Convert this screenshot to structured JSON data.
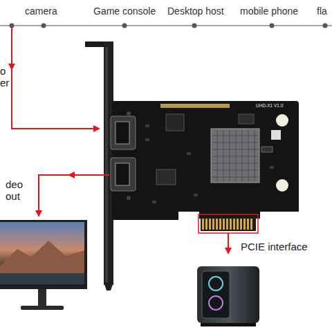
{
  "diagram": {
    "labels": [
      "camera",
      "Game console",
      "Desktop host",
      "mobile phone",
      "fla",
      "o er",
      "UHD-X1 V1.0",
      "deo out",
      "PCIE interface"
    ]
  }
}
